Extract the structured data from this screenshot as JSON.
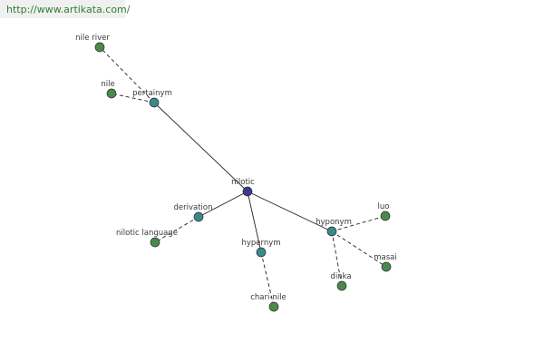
{
  "watermark": {
    "text": "http://www.artikata.com/"
  },
  "colors": {
    "center": "#3a3a8c",
    "relation": "#3a8a8a",
    "leaf": "#4a8a4a",
    "line": "#222222"
  },
  "graph": {
    "center": {
      "id": "nilotic",
      "label": "nilotic"
    },
    "relations": [
      {
        "id": "pertainym",
        "label": "pertainym",
        "leaves": [
          {
            "id": "nile-river",
            "label": "nile river"
          },
          {
            "id": "nile",
            "label": "nile"
          }
        ]
      },
      {
        "id": "derivation",
        "label": "derivation",
        "leaves": [
          {
            "id": "nilotic-language",
            "label": "nilotic language"
          }
        ]
      },
      {
        "id": "hypernym",
        "label": "hypernym",
        "leaves": [
          {
            "id": "chari-nile",
            "label": "chari-nile"
          }
        ]
      },
      {
        "id": "hyponym",
        "label": "hyponym",
        "leaves": [
          {
            "id": "luo",
            "label": "luo"
          },
          {
            "id": "masai",
            "label": "masai"
          },
          {
            "id": "dinka",
            "label": "dinka"
          }
        ]
      }
    ]
  }
}
